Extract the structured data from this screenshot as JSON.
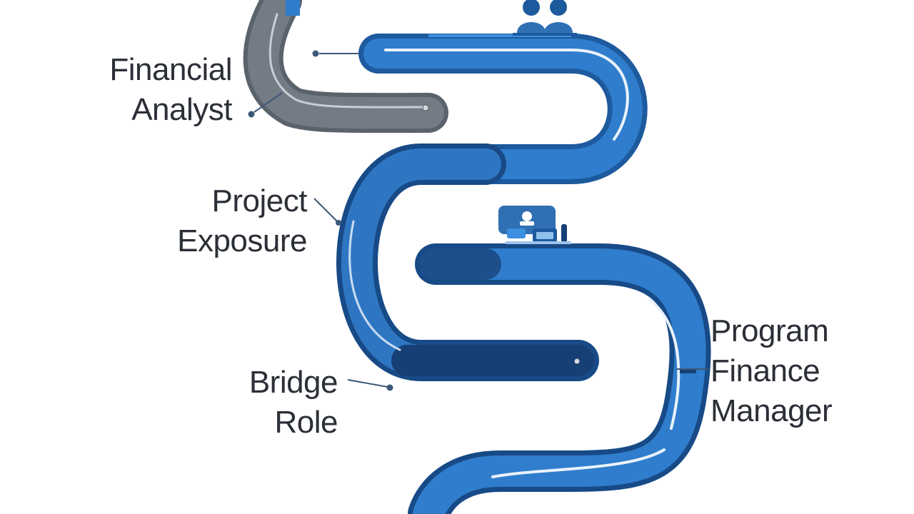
{
  "milestones": [
    {
      "id": "financial-analyst",
      "lines": [
        "Financial",
        "Analyst"
      ]
    },
    {
      "id": "project-exposure",
      "lines": [
        "Project",
        "Exposure"
      ]
    },
    {
      "id": "bridge-role",
      "lines": [
        "Bridge",
        "Role"
      ]
    },
    {
      "id": "program-finance-manager",
      "lines": [
        "Program",
        "Finance",
        "Manager"
      ]
    }
  ],
  "icons": {
    "top": "people-icon",
    "middle": "workstation-icon"
  },
  "colors": {
    "gray_track": "#6f7780",
    "gray_track_edge": "#5a626b",
    "blue_track": "#2b73bf",
    "blue_track_light": "#3d8fe0",
    "navy_track": "#163f75",
    "highlight": "#e9f2fb",
    "text": "#2b2f36",
    "connector": "#3c5877"
  }
}
